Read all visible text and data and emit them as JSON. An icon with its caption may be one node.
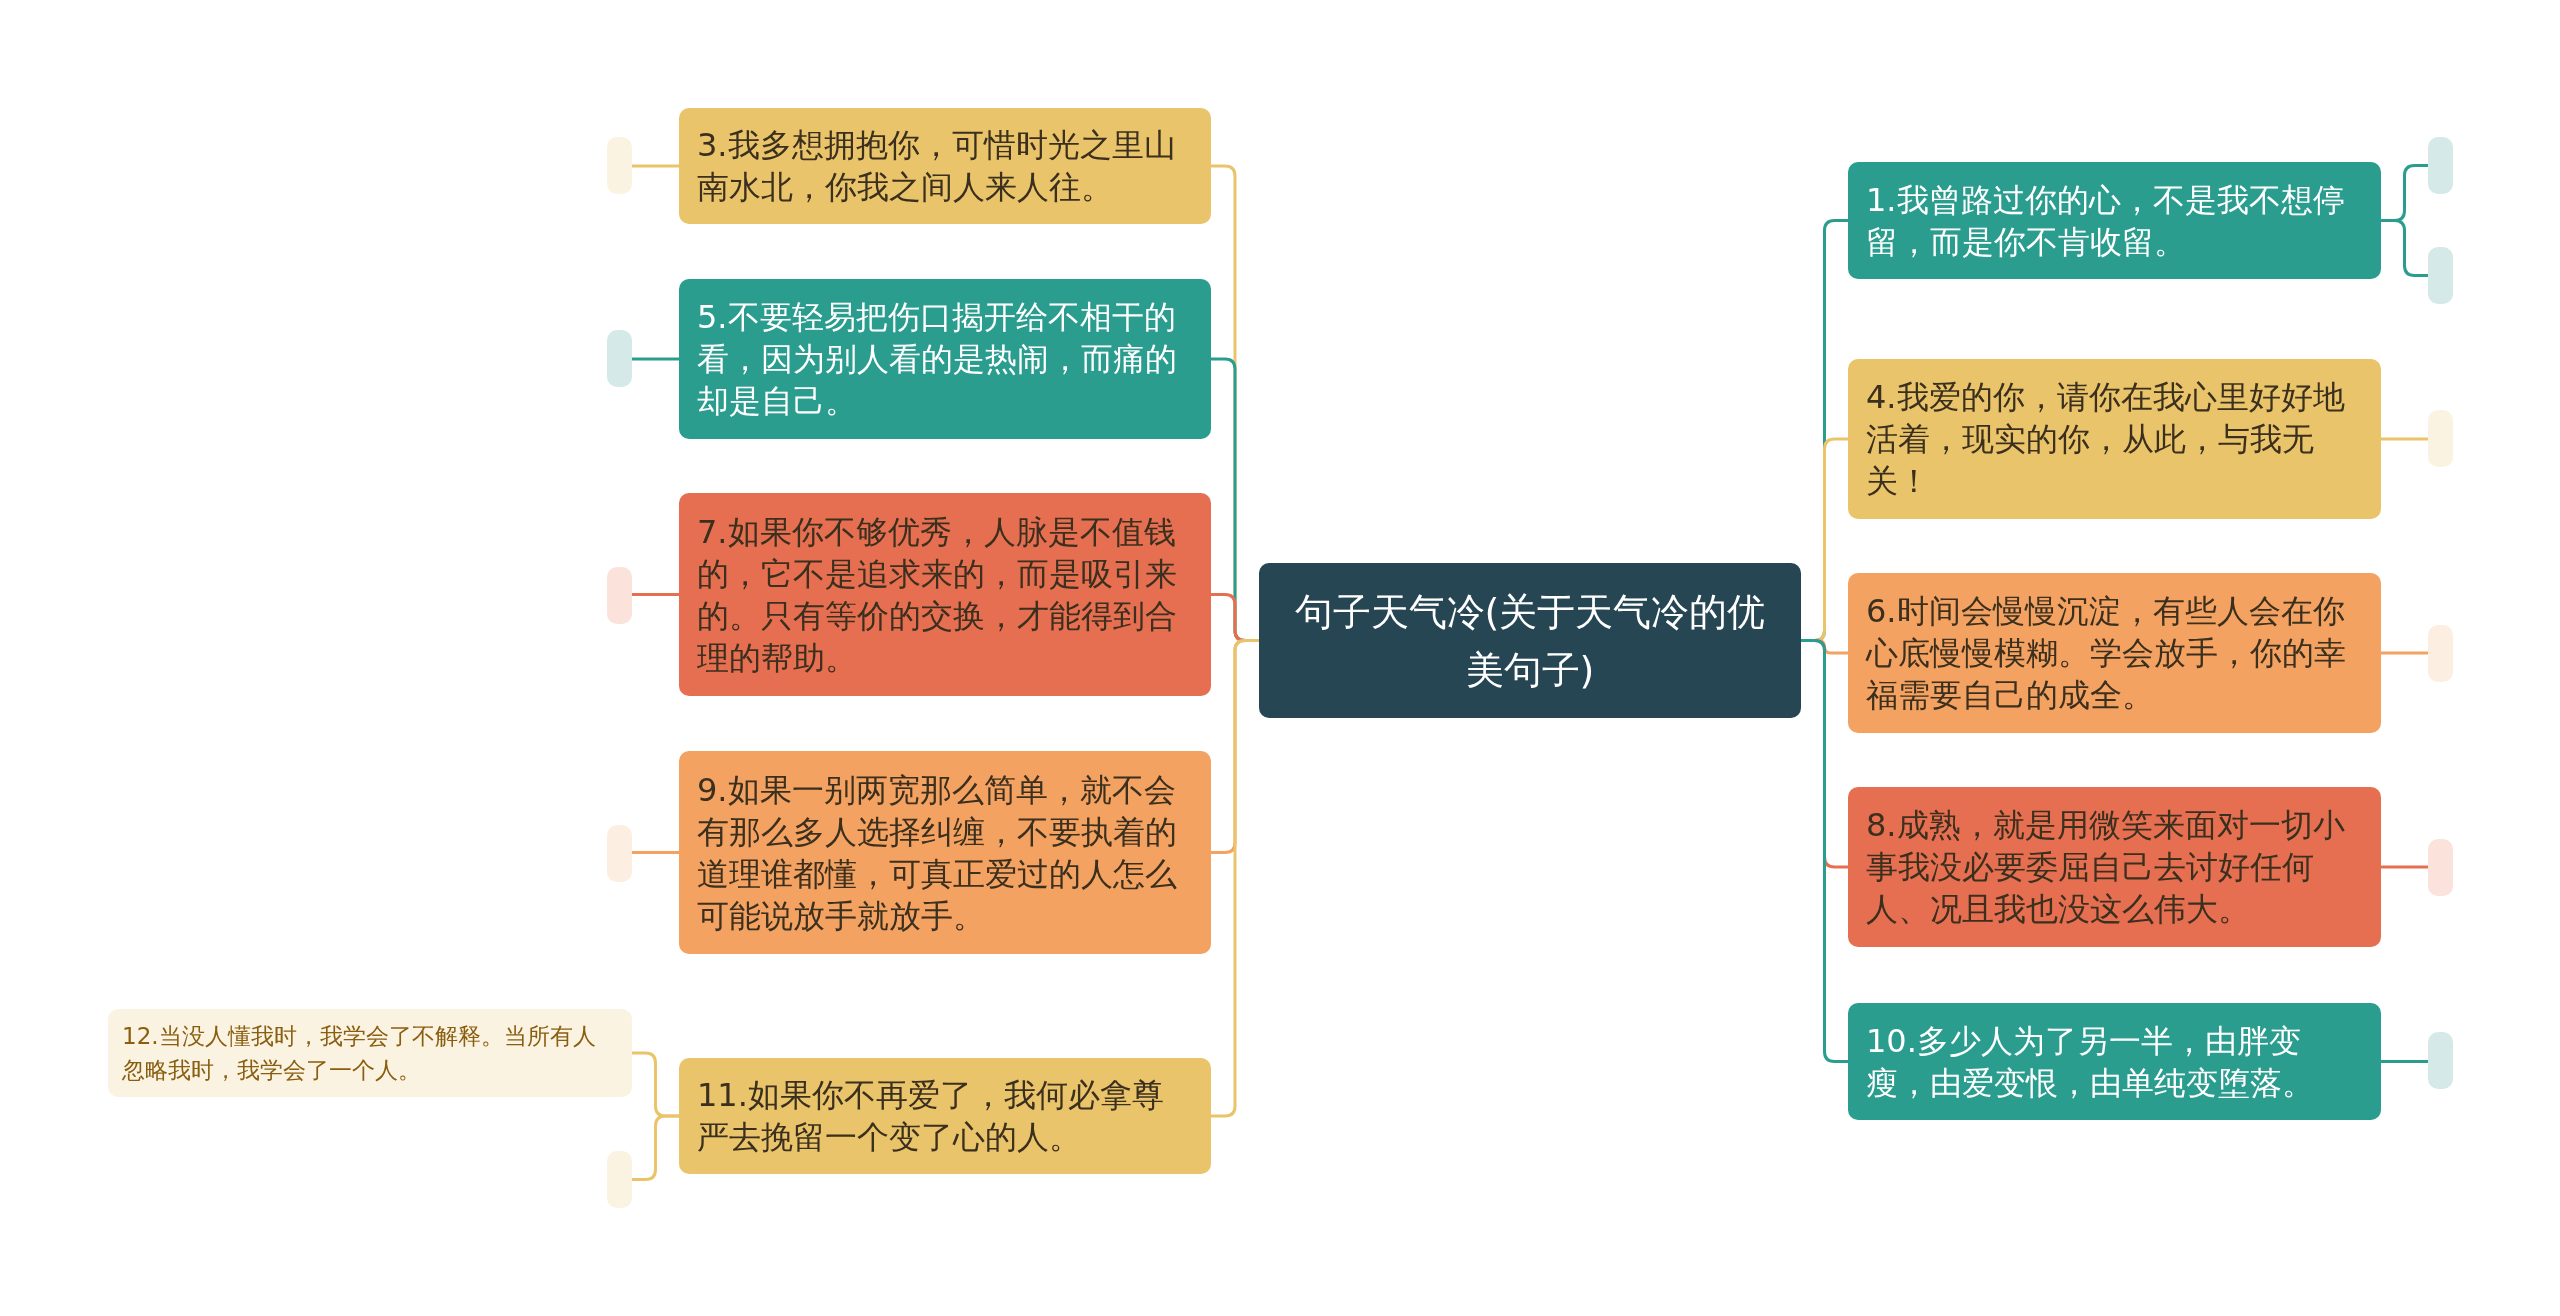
{
  "diagram": {
    "nodes": [
      {
        "text": [
          "句子天气冷(关于天气冷的优美句子)"
        ]
      },
      {
        "text": [
          "1.我曾路过你的心，不是我不想停留，而是你不肯收留。"
        ]
      },
      {
        "text": [],
        "shape": "box"
      },
      {
        "text": [],
        "shape": "box"
      },
      {
        "text": [
          "4.我爱的你，请你在我心里好好地活着，现实的你，从此，与我无关！"
        ]
      },
      {
        "text": [],
        "shape": "box"
      },
      {
        "text": [
          "6.时间会慢慢沉淀，有些人会在你心底慢慢模糊。学会放手，你的幸福需要自己的成全。"
        ]
      },
      {
        "text": [],
        "shape": "box"
      },
      {
        "text": [
          "8.成熟，就是用微笑来面对一切小事我没必要委屈自己去讨好任何人、况且我也没这么伟大。"
        ]
      },
      {
        "text": [],
        "shape": "box"
      },
      {
        "text": [
          "10.多少人为了另一半，由胖变瘦，由爱变恨，由单纯变堕落。"
        ]
      },
      {
        "text": [],
        "shape": "box"
      },
      {
        "text": [
          "3.我多想拥抱你，可惜时光之里山南水北，你我之间人来人往。"
        ]
      },
      {
        "text": [],
        "shape": "box"
      },
      {
        "text": [
          "5.不要轻易把伤口揭开给不相干的看，因为别人看的是热闹，而痛的却是自己。"
        ]
      },
      {
        "text": [],
        "shape": "box"
      },
      {
        "text": [
          "7.如果你不够优秀，人脉是不值钱的，它不是追求来的，而是吸引来的。只有等价的交换，才能得到合理的帮助。"
        ]
      },
      {
        "text": [],
        "shape": "box"
      },
      {
        "text": [
          "9.如果一别两宽那么简单，就不会有那么多人选择纠缠，不要执着的道理谁都懂，可真正爱过的人怎么可能说放手就放手。"
        ]
      },
      {
        "text": [],
        "shape": "box"
      },
      {
        "text": [
          "11.如果你不再爱了，我何必拿尊严去挽留一个变了心的人。"
        ]
      },
      {
        "text": [
          "12.当没人懂我时，我学会了不解释。当所有人忽略我时，我学会了一个人。"
        ]
      },
      {
        "text": [],
        "shape": "box"
      }
    ],
    "edges": [
      {
        "from": 0,
        "to": 1,
        "arrow": "none",
        "color": "#2a9d8f"
      },
      {
        "from": 1,
        "to": 2,
        "arrow": "none",
        "color": "#2a9d8f"
      },
      {
        "from": 1,
        "to": 3,
        "arrow": "none",
        "color": "#2a9d8f"
      },
      {
        "from": 0,
        "to": 4,
        "arrow": "none",
        "color": "#e9c46a"
      },
      {
        "from": 4,
        "to": 5,
        "arrow": "none",
        "color": "#e9c46a"
      },
      {
        "from": 0,
        "to": 6,
        "arrow": "none",
        "color": "#f4a261"
      },
      {
        "from": 6,
        "to": 7,
        "arrow": "none",
        "color": "#f4a261"
      },
      {
        "from": 0,
        "to": 8,
        "arrow": "none",
        "color": "#e76f51"
      },
      {
        "from": 8,
        "to": 9,
        "arrow": "none",
        "color": "#e76f51"
      },
      {
        "from": 0,
        "to": 10,
        "arrow": "none",
        "color": "#2a9d8f"
      },
      {
        "from": 10,
        "to": 11,
        "arrow": "none",
        "color": "#2a9d8f"
      },
      {
        "from": 0,
        "to": 12,
        "arrow": "none",
        "color": "#e9c46a"
      },
      {
        "from": 12,
        "to": 13,
        "arrow": "none",
        "color": "#e9c46a"
      },
      {
        "from": 0,
        "to": 14,
        "arrow": "none",
        "color": "#2a9d8f"
      },
      {
        "from": 14,
        "to": 15,
        "arrow": "none",
        "color": "#2a9d8f"
      },
      {
        "from": 0,
        "to": 16,
        "arrow": "none",
        "color": "#e76f51"
      },
      {
        "from": 16,
        "to": 17,
        "arrow": "none",
        "color": "#e76f51"
      },
      {
        "from": 0,
        "to": 18,
        "arrow": "none",
        "color": "#f4a261"
      },
      {
        "from": 18,
        "to": 19,
        "arrow": "none",
        "color": "#f4a261"
      },
      {
        "from": 0,
        "to": 20,
        "arrow": "none",
        "color": "#e9c46a"
      },
      {
        "from": 20,
        "to": 21,
        "arrow": "none",
        "color": "#e9c46a"
      },
      {
        "from": 20,
        "to": 22,
        "arrow": "none",
        "color": "#e9c46a"
      }
    ]
  }
}
